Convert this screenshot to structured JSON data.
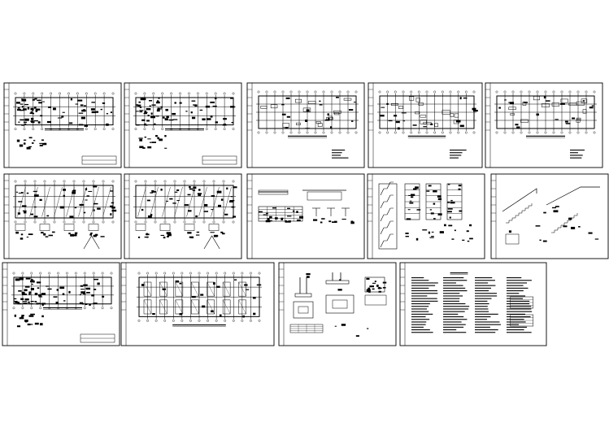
{
  "sheet_set": {
    "sheet_count": 14,
    "sheets": [
      {
        "kind": "floor-plan-framing",
        "row": 1
      },
      {
        "kind": "floor-plan-framing",
        "row": 1
      },
      {
        "kind": "beam-plan",
        "row": 1
      },
      {
        "kind": "beam-plan",
        "row": 1
      },
      {
        "kind": "beam-plan",
        "row": 1
      },
      {
        "kind": "roof-framing",
        "row": 2
      },
      {
        "kind": "roof-framing",
        "row": 2
      },
      {
        "kind": "section-details",
        "row": 2
      },
      {
        "kind": "stair-details",
        "row": 2
      },
      {
        "kind": "stair-sections",
        "row": 2
      },
      {
        "kind": "floor-plan-framing",
        "row": 3
      },
      {
        "kind": "foundation-plan",
        "row": 3
      },
      {
        "kind": "footing-details",
        "row": 3
      },
      {
        "kind": "general-notes",
        "row": 3
      }
    ]
  },
  "colors": {
    "background": "#ffffff",
    "linework": "#000000"
  }
}
